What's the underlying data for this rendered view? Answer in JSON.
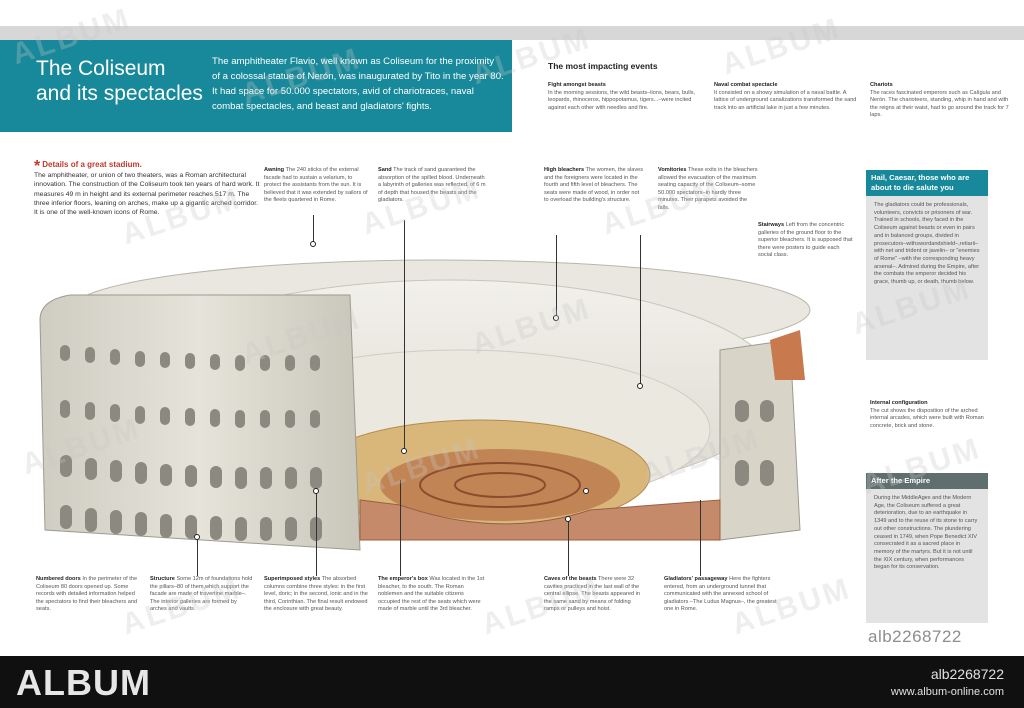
{
  "header": {
    "title_line1": "The Coliseum",
    "title_line2": "and its spectacles",
    "intro": "The amphitheater Flavio, well known as Coliseum for the proximity of a colossal statue of Nerón, was inaugurated by Tito in the year 80. It had space for 50.000 spectators, avid of chariotraces, naval combat spectacles, and beast and gladiators' fights."
  },
  "events": {
    "title": "The most impacting events",
    "items": [
      {
        "heading": "Fight amongst beasts",
        "text": "In the morning sessions, the wild beasts–lions, bears, bulls, leopards, rhinoceros, hippopotamus, tigers...–were incited against each other with needles and fire."
      },
      {
        "heading": "Naval combat spectacle",
        "text": "It consisted on a showy simulation of a naval battle. A lattice of underground canalizations transformed the sand track into an artificial lake in just a few minutes."
      },
      {
        "heading": "Chariots",
        "text": "The races fascinated emperors such as Calígula and Nerón. The charioteers, standing, whip in hand and with the reigns at their waist, had to go around the track for 7 laps."
      }
    ]
  },
  "details": {
    "star": "*",
    "heading": "Details of a great stadium.",
    "text": "The amphitheater, or union of two theaters, was a Roman architectural innovation. The construction of the Coliseum took ten years of hard work. It measures 49 m in height and its external perimeter reaches 517 m. The three inferior floors, leaning on arches, make up a gigantic arched corridor. It is one of the well-known icons of Rome."
  },
  "annotations": {
    "awning": {
      "label": "Awning",
      "text": "The 240 sticks of the external facade had to sustain a velarium, to protect the assistants from the sun. It is believed that it was extended by sailors of the fleets quartered in Rome."
    },
    "sand": {
      "label": "Sand",
      "text": "The track of sand guaranteed the absorption of the spilled blood. Underneath a labyrinth of galleries was reflected, of 6 m of depth that housed the beasts and the gladiators."
    },
    "high_bleachers": {
      "label": "High bleachers",
      "text": "The women, the slaves and the foreigners were located in the fourth and fifth level of bleachers. The seats were made of wood, in order not to overload the building's structure."
    },
    "vomitories": {
      "label": "Vomitories",
      "text": "These exits in the bleachers allowed the evacuation of the maximum seating capacity of the Coliseum–some 50.000 spectators–in hardly three minutes. Their parapets avoided the falls."
    },
    "stairways": {
      "label": "Stairways",
      "text": "Left from the concentric galleries of the ground floor to the superior bleachers. It is supposed that there were posters to guide each social class."
    },
    "internal_configuration": {
      "label": "Internal configuration",
      "text": "The cut shows the disposition of the arched internal arcades, which were built with Roman concrete, brick and stone."
    },
    "numbered_doors": {
      "label": "Numbered doors",
      "text": "In the perimeter of the Coliseum 80 doors opened up. Some records with detailed information helped the spectators to find their bleachers and seats."
    },
    "structure": {
      "label": "Structure",
      "text": "Some 12m of foundations hold the pillars–80 of them,which support the facade are made of travertine marble–. The interior galleries are formed by arches and vaults."
    },
    "superimposed_styles": {
      "label": "Superimposed styles",
      "text": "The absorbed columns combine three styles: in the first level, doric; in the second, ionic and in the third, Corinthian. The final result endowed the enclosure with great beauty."
    },
    "emperors_box": {
      "label": "The emperor's box",
      "text": "Was located in the 1st bleacher, to the south. The Roman noblemen and the suitable citizens occupied the rest of the seats which were made of marble until the 3rd bleacher."
    },
    "caves": {
      "label": "Caves of the beasts",
      "text": "There were 32 cavities practiced in the last wall of the central ellipse. The beasts appeared in the same sand by means of folding ramps or pulleys and hoist."
    },
    "gladiators_passageway": {
      "label": "Gladiators' passageway",
      "text": "Here the fighters entered, from an underground tunnel that communicated with the annexed school of gladiators –The Ludus Magnus–, the greatest one in Rome."
    }
  },
  "sidebar": {
    "hail": {
      "heading": "Hail, Caesar, those who are about to die salute you",
      "text": "The gladiators could be professionals, volunteers, convicts or prisoners of war. Trained in schools, they faced in the Coliseum against beasts or even in pairs and in balanced groups, divided in prosecutors–withswordandshield–,retiarii–with net and trident or javelin– or \"enemies of Rome\" –with the corresponding heavy arsenal–. Admired during the Empire, after the combats the emperor decided his grace, thumb up, or death, thumb below."
    },
    "after": {
      "heading": "After the Empire",
      "text": "During the MiddleAges and the Modern Age, the Coliseum suffered a great deterioration, due to an earthquake in 1349 and to the reuse of its stone to carry out other constructions. The plundering ceased in 1749, when Pope Benedict XIV consecrated it as a sacred place in memory of the martyrs. But it is not until the XIX century, when performances began for its conservation."
    }
  },
  "image_code": "alb2268722",
  "footer": {
    "brand": "ALBUM",
    "code": "alb2268722",
    "url": "www.album-online.com"
  },
  "watermark": "ALBUM",
  "colors": {
    "teal": "#17899a",
    "accent_red": "#c0392b",
    "footer_bg": "#101010"
  }
}
